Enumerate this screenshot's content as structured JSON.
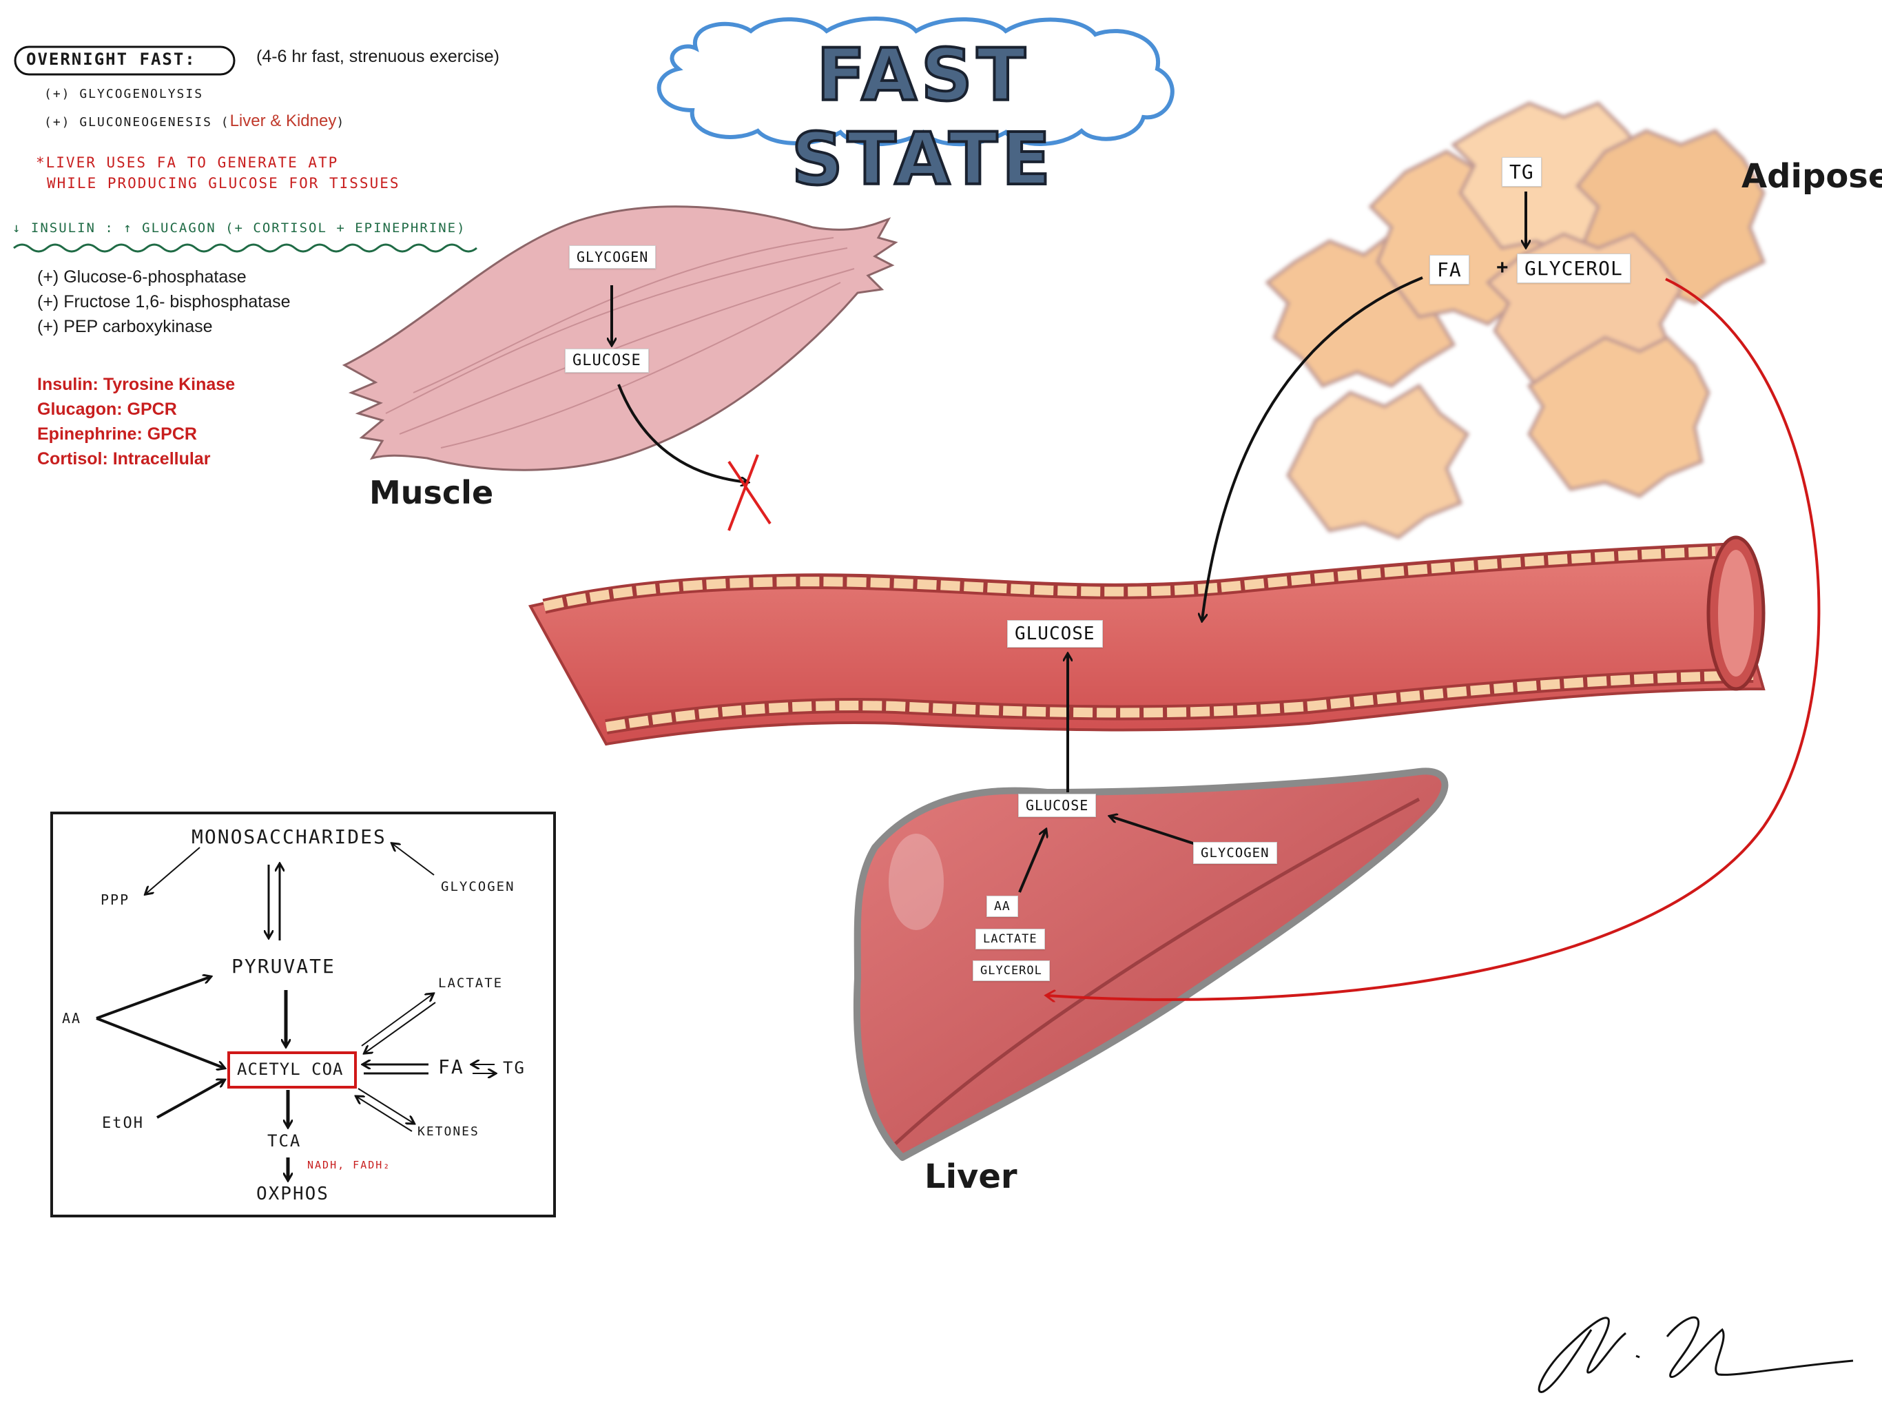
{
  "title": "FAST STATE",
  "notes": {
    "overnight_fast": "OVERNIGHT FAST:",
    "overnight_detail": "(4-6 hr fast, strenuous exercise)",
    "glycogenolysis": "(+) GLYCOGENOLYSIS",
    "gluconeogenesis": "(+) GLUCONEOGENESIS (",
    "gluconeogenesis_site": "Liver & Kidney",
    "gluconeogenesis_close": ")",
    "liver_fa_1": "*LIVER USES FA TO GENERATE ATP",
    "liver_fa_2": "WHILE PRODUCING GLUCOSE FOR TISSUES",
    "hormones": "↓ INSULIN : ↑ GLUCAGON (+ CORTISOL + EPINEPHRINE)",
    "enzymes": [
      "(+) Glucose-6-phosphatase",
      "(+) Fructose 1,6- bisphosphatase",
      "(+) PEP carboxykinase"
    ],
    "receptors": [
      "Insulin: Tyrosine Kinase",
      "Glucagon: GPCR",
      "Epinephrine: GPCR",
      "Cortisol: Intracellular"
    ]
  },
  "organs": {
    "muscle": "Muscle",
    "adipose": "Adipose",
    "liver": "Liver"
  },
  "muscle_labels": {
    "glycogen": "GLYCOGEN",
    "glucose": "GLUCOSE"
  },
  "adipose_labels": {
    "tg": "TG",
    "fa": "FA",
    "plus": "+",
    "glycerol": "GLYCEROL"
  },
  "vessel_labels": {
    "glucose": "GLUCOSE"
  },
  "liver_labels": {
    "glucose": "GLUCOSE",
    "glycogen": "GLYCOGEN",
    "aa": "AA",
    "lactate": "LACTATE",
    "glycerol": "GLYCEROL"
  },
  "pathway_box": {
    "monosaccharides": "MONOSACCHARIDES",
    "ppp": "PPP",
    "glycogen": "GLYCOGEN",
    "pyruvate": "PYRUVATE",
    "lactate": "LACTATE",
    "aa": "AA",
    "acetyl_coa": "ACETYL CoA",
    "fa": "FA",
    "tg": "TG",
    "etoh": "EtOH",
    "ketones": "KETONES",
    "tca": "TCA",
    "nadh": "NADH, FADH₂",
    "oxphos": "OXPHOS"
  },
  "colors": {
    "title_fill": "#4a6584",
    "cloud_stroke": "#4a8fd6",
    "muscle": "#e8b4b8",
    "adipose": "#f6c28f",
    "vessel": "#d9615f",
    "liver": "#c85a5c",
    "red_arrow": "#d01818",
    "note_red": "#c81e1e",
    "note_green": "#1f6b45"
  }
}
